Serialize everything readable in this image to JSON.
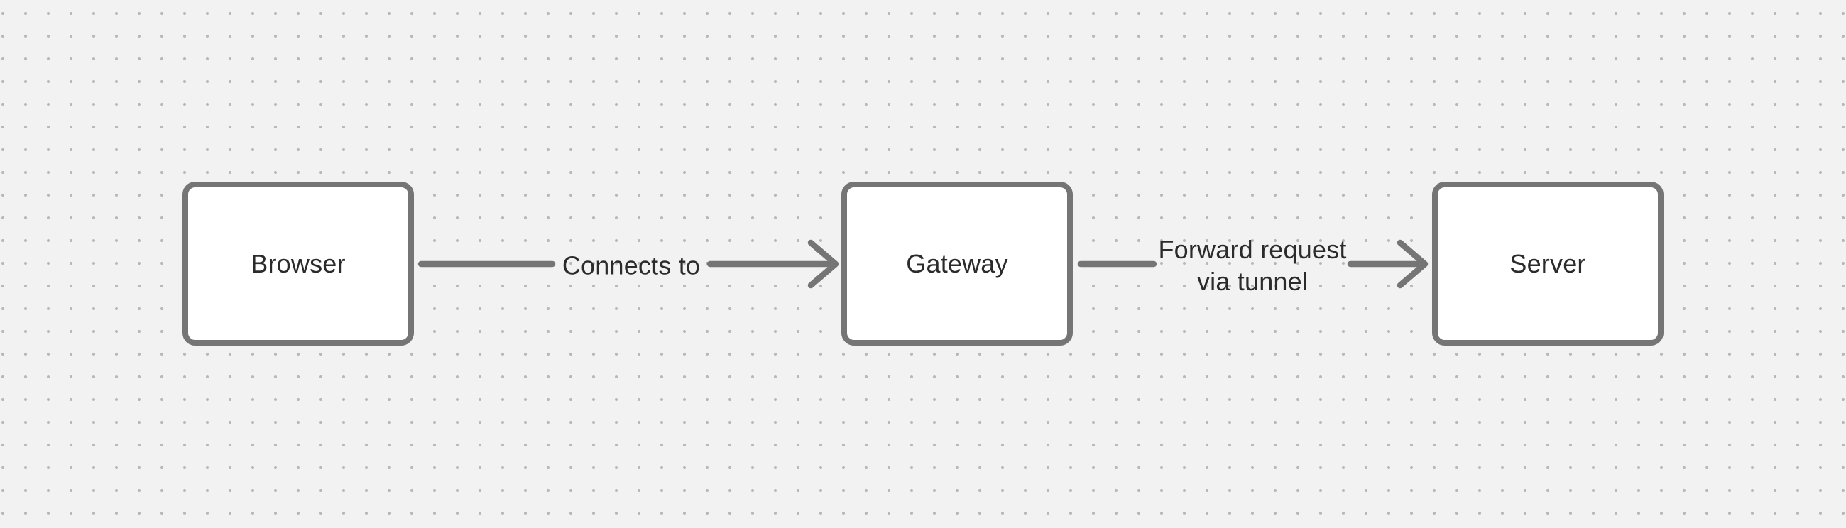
{
  "canvas": {
    "background_color": "#f2f2f2",
    "dot_color": "#b8b8b8",
    "shape_stroke_color": "#757575",
    "shape_fill_color": "#ffffff",
    "text_color": "#2b2b2b"
  },
  "diagram": {
    "nodes": [
      {
        "id": "browser",
        "label": "Browser"
      },
      {
        "id": "gateway",
        "label": "Gateway"
      },
      {
        "id": "server",
        "label": "Server"
      }
    ],
    "edges": [
      {
        "from": "browser",
        "to": "gateway",
        "label": "Connects to",
        "direction": "right"
      },
      {
        "from": "gateway",
        "to": "server",
        "label": "Forward request via tunnel",
        "label_lines": [
          "Forward request",
          "via tunnel"
        ],
        "direction": "right"
      }
    ]
  }
}
